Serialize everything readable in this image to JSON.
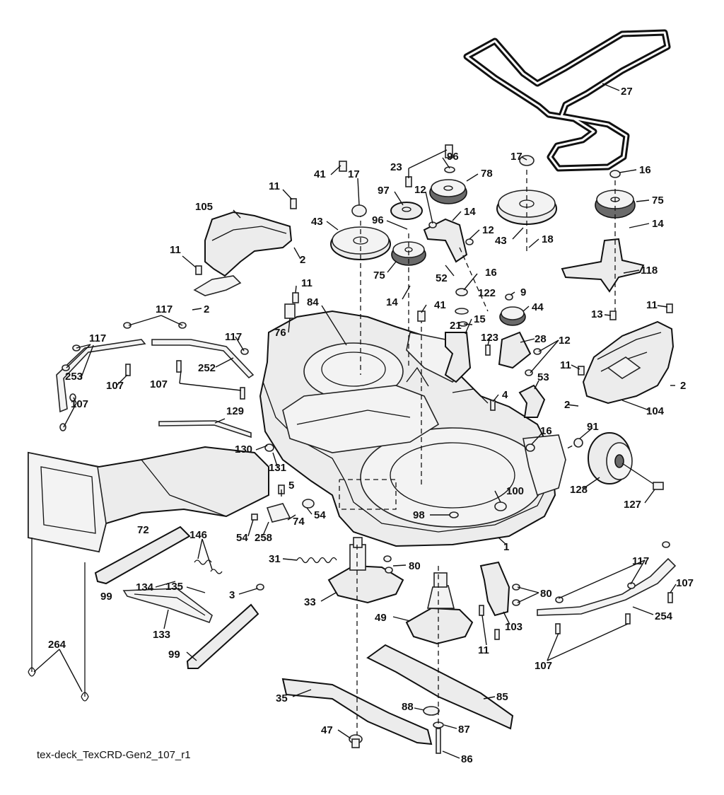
{
  "diagram": {
    "caption": "tex-deck_TexCRD-Gen2_107_r1",
    "labels": [
      {
        "id": "l-27",
        "text": "27"
      },
      {
        "id": "l-17a",
        "text": "17"
      },
      {
        "id": "l-16a",
        "text": "16"
      },
      {
        "id": "l-75a",
        "text": "75"
      },
      {
        "id": "l-14a",
        "text": "14"
      },
      {
        "id": "l-23",
        "text": "23"
      },
      {
        "id": "l-96a",
        "text": "96"
      },
      {
        "id": "l-78",
        "text": "78"
      },
      {
        "id": "l-41a",
        "text": "41"
      },
      {
        "id": "l-17b",
        "text": "17"
      },
      {
        "id": "l-97",
        "text": "97"
      },
      {
        "id": "l-12a",
        "text": "12"
      },
      {
        "id": "l-14b",
        "text": "14"
      },
      {
        "id": "l-96b",
        "text": "96"
      },
      {
        "id": "l-12b",
        "text": "12"
      },
      {
        "id": "l-43a",
        "text": "43"
      },
      {
        "id": "l-43b",
        "text": "43"
      },
      {
        "id": "l-18",
        "text": "18"
      },
      {
        "id": "l-75b",
        "text": "75"
      },
      {
        "id": "l-52",
        "text": "52"
      },
      {
        "id": "l-118",
        "text": "118"
      },
      {
        "id": "l-11a",
        "text": "11"
      },
      {
        "id": "l-105",
        "text": "105"
      },
      {
        "id": "l-2a",
        "text": "2"
      },
      {
        "id": "l-11b",
        "text": "11"
      },
      {
        "id": "l-2b",
        "text": "2"
      },
      {
        "id": "l-14c",
        "text": "14"
      },
      {
        "id": "l-16b",
        "text": "16"
      },
      {
        "id": "l-122",
        "text": "122"
      },
      {
        "id": "l-9",
        "text": "9"
      },
      {
        "id": "l-11c",
        "text": "11"
      },
      {
        "id": "l-84",
        "text": "84"
      },
      {
        "id": "l-41b",
        "text": "41"
      },
      {
        "id": "l-44",
        "text": "44"
      },
      {
        "id": "l-13",
        "text": "13"
      },
      {
        "id": "l-11d",
        "text": "11"
      },
      {
        "id": "l-117a",
        "text": "117"
      },
      {
        "id": "l-21",
        "text": "21"
      },
      {
        "id": "l-15",
        "text": "15"
      },
      {
        "id": "l-76",
        "text": "76"
      },
      {
        "id": "l-123",
        "text": "123"
      },
      {
        "id": "l-28",
        "text": "28"
      },
      {
        "id": "l-12c",
        "text": "12"
      },
      {
        "id": "l-117b",
        "text": "117"
      },
      {
        "id": "l-117c",
        "text": "117"
      },
      {
        "id": "l-253",
        "text": "253"
      },
      {
        "id": "l-107a",
        "text": "107"
      },
      {
        "id": "l-252",
        "text": "252"
      },
      {
        "id": "l-107b",
        "text": "107"
      },
      {
        "id": "l-107c",
        "text": "107"
      },
      {
        "id": "l-11e",
        "text": "11"
      },
      {
        "id": "l-2c",
        "text": "2"
      },
      {
        "id": "l-53",
        "text": "53"
      },
      {
        "id": "l-4",
        "text": "4"
      },
      {
        "id": "l-2d",
        "text": "2"
      },
      {
        "id": "l-104",
        "text": "104"
      },
      {
        "id": "l-129",
        "text": "129"
      },
      {
        "id": "l-16c",
        "text": "16"
      },
      {
        "id": "l-91",
        "text": "91"
      },
      {
        "id": "l-130",
        "text": "130"
      },
      {
        "id": "l-131",
        "text": "131"
      },
      {
        "id": "l-128",
        "text": "128"
      },
      {
        "id": "l-127",
        "text": "127"
      },
      {
        "id": "l-5",
        "text": "5"
      },
      {
        "id": "l-100",
        "text": "100"
      },
      {
        "id": "l-72",
        "text": "72"
      },
      {
        "id": "l-74",
        "text": "74"
      },
      {
        "id": "l-54a",
        "text": "54"
      },
      {
        "id": "l-98",
        "text": "98"
      },
      {
        "id": "l-54b",
        "text": "54"
      },
      {
        "id": "l-258",
        "text": "258"
      },
      {
        "id": "l-1",
        "text": "1"
      },
      {
        "id": "l-146",
        "text": "146"
      },
      {
        "id": "l-31",
        "text": "31"
      },
      {
        "id": "l-80a",
        "text": "80"
      },
      {
        "id": "l-117d",
        "text": "117"
      },
      {
        "id": "l-107d",
        "text": "107"
      },
      {
        "id": "l-134",
        "text": "134"
      },
      {
        "id": "l-99a",
        "text": "99"
      },
      {
        "id": "l-80b",
        "text": "80"
      },
      {
        "id": "l-135",
        "text": "135"
      },
      {
        "id": "l-3",
        "text": "3"
      },
      {
        "id": "l-33",
        "text": "33"
      },
      {
        "id": "l-254",
        "text": "254"
      },
      {
        "id": "l-49",
        "text": "49"
      },
      {
        "id": "l-103",
        "text": "103"
      },
      {
        "id": "l-133",
        "text": "133"
      },
      {
        "id": "l-11f",
        "text": "11"
      },
      {
        "id": "l-107e",
        "text": "107"
      },
      {
        "id": "l-99b",
        "text": "99"
      },
      {
        "id": "l-264",
        "text": "264"
      },
      {
        "id": "l-85",
        "text": "85"
      },
      {
        "id": "l-35",
        "text": "35"
      },
      {
        "id": "l-88",
        "text": "88"
      },
      {
        "id": "l-87",
        "text": "87"
      },
      {
        "id": "l-47",
        "text": "47"
      },
      {
        "id": "l-86",
        "text": "86"
      }
    ]
  }
}
